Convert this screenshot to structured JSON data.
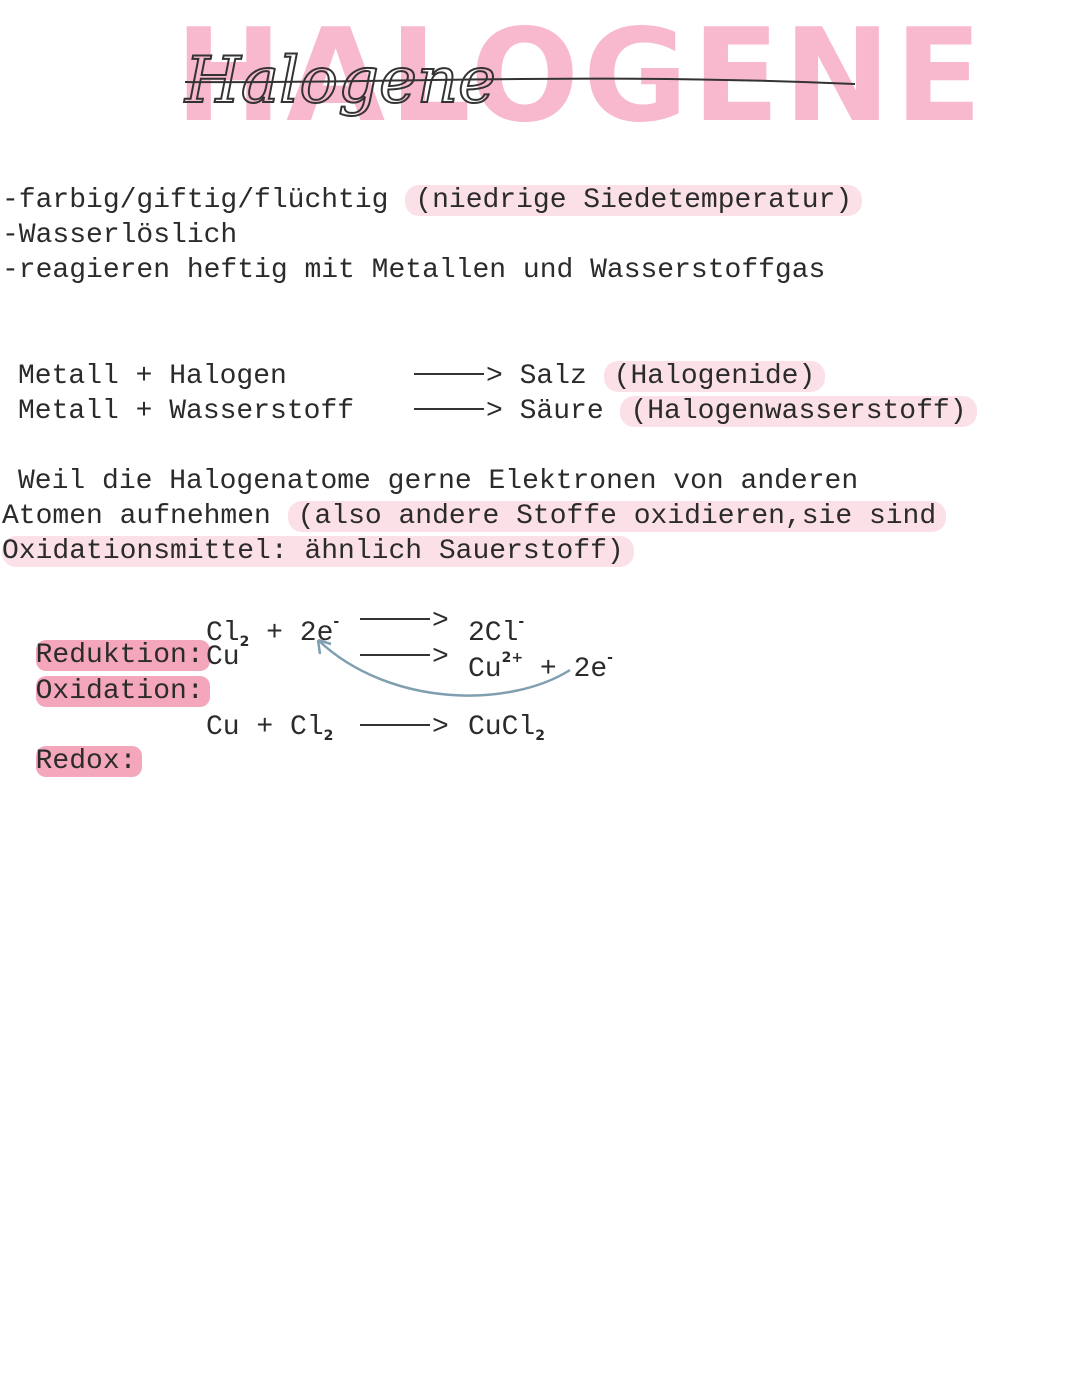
{
  "title": {
    "block_text": "HALOGENE",
    "script_text": "Halogene",
    "block_color": "#f8b6cd"
  },
  "properties": [
    {
      "text": "-farbig/giftig/flüchtig",
      "note": "(niedrige Siedetemperatur)"
    },
    {
      "text": "-Wasserlöslich"
    },
    {
      "text": "-reagieren heftig mit Metallen und Wasserstoffgas"
    }
  ],
  "reactions": [
    {
      "left": "Metall + Halogen",
      "arrow": ">",
      "right": "Salz",
      "note": "(Halogenide)"
    },
    {
      "left": "Metall + Wasserstoff",
      "arrow": ">",
      "right": "Säure",
      "note": "(Halogenwasserstoff)"
    }
  ],
  "explanation": {
    "line1": "Weil die Halogenatome gerne Elektronen von anderen",
    "line2_plain": "Atomen aufnehmen",
    "line2_hl": "(also andere Stoffe oxidieren,sie sind",
    "line3_hl": "Oxidationsmittel: ähnlich Sauerstoff)"
  },
  "redox": {
    "reduction": {
      "label": "Reduktion:",
      "lhs": "Cl",
      "lhs_sub": "2",
      "plus": "+",
      "electrons": "2e",
      "e_sup": "-",
      "arrow": ">",
      "rhs": "2Cl",
      "rhs_sup": "-"
    },
    "oxidation": {
      "label": "Oxidation:",
      "lhs": "Cu",
      "arrow": ">",
      "rhs": "Cu",
      "rhs_sup": "2+",
      "plus": "+",
      "electrons": "2e",
      "e_sup": "-"
    },
    "total": {
      "label": "Redox:",
      "lhs": "Cu",
      "plus": "+",
      "lhs2": "Cl",
      "lhs2_sub": "2",
      "arrow": ">",
      "rhs": "CuCl",
      "rhs_sub": "2"
    },
    "transfer_arrow_color": "#7f9fb0"
  },
  "colors": {
    "highlight_light": "#fbe1e7",
    "highlight_strong": "#f4a7bb",
    "text": "#2b2b2b"
  }
}
